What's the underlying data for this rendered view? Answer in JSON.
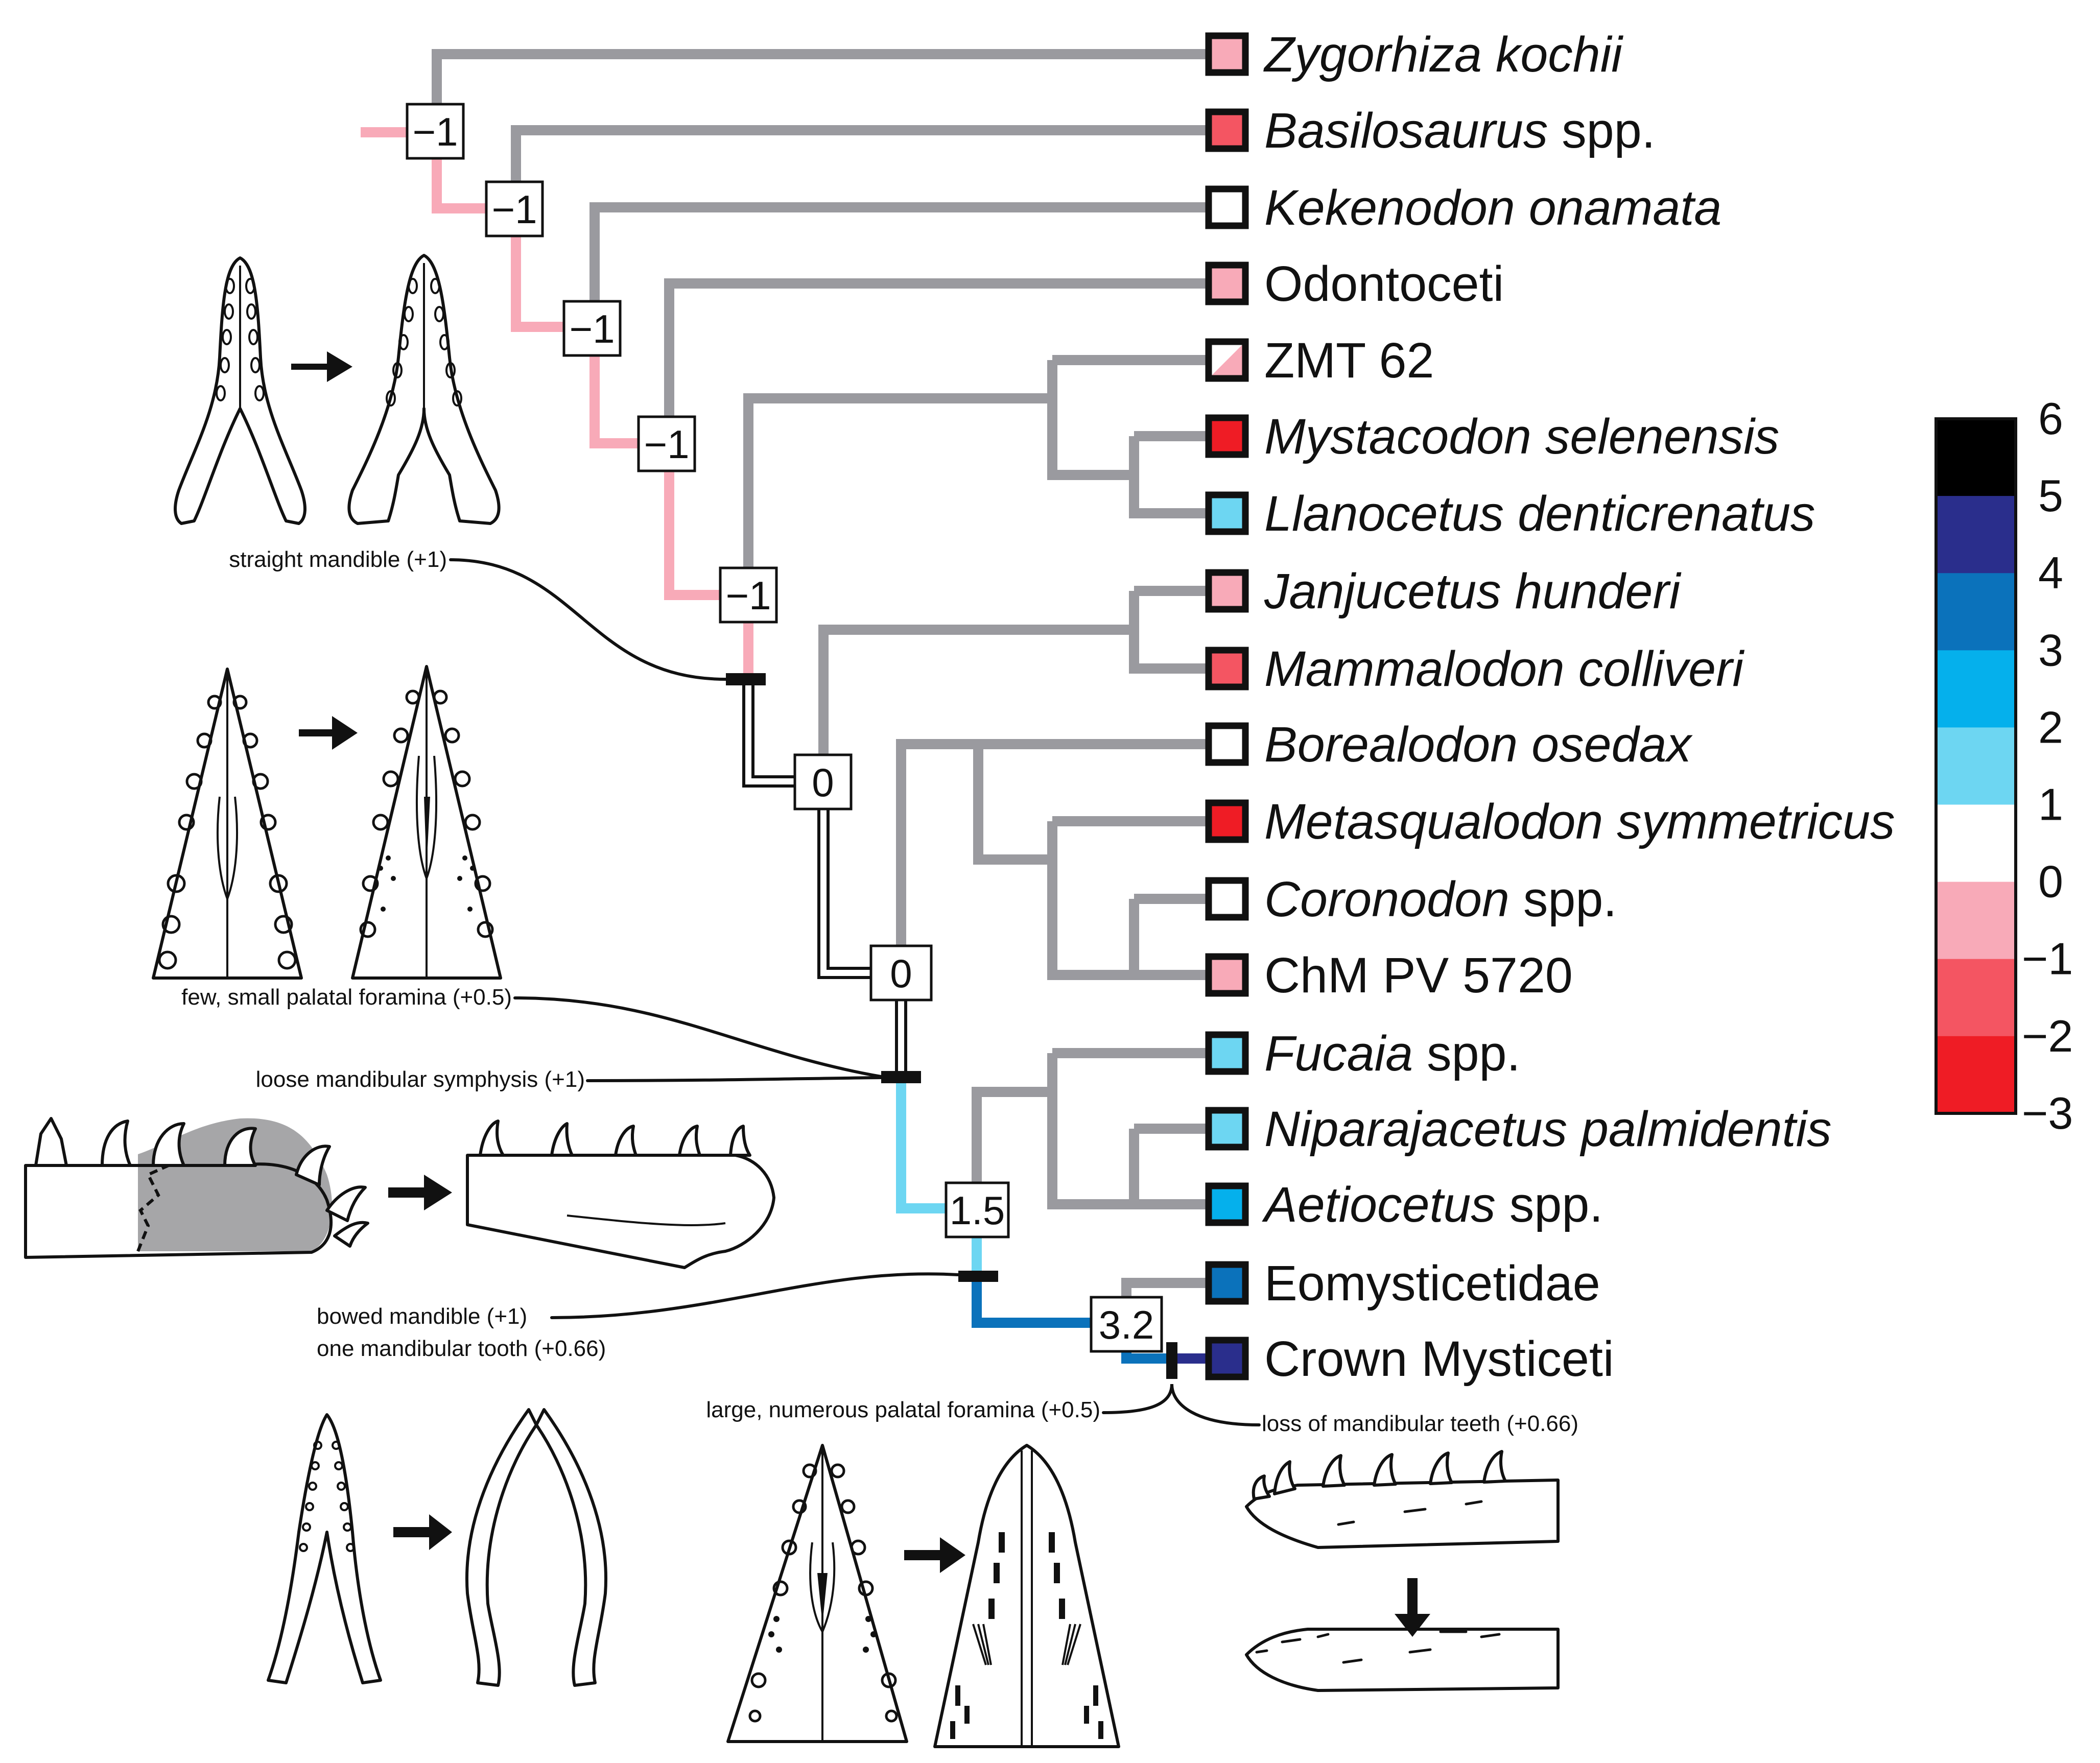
{
  "colors": {
    "gray": "#9a9a9f",
    "neg1": "#f8aab8",
    "neg2": "#f45562",
    "neg3": "#ef1c25",
    "zero": "#ffffff",
    "pos1": "#6dd6f2",
    "pos2": "#05b0ec",
    "pos3": "#0b72bb",
    "pos4": "#2a2e8c",
    "pos5": "#000000"
  },
  "taxa": [
    {
      "parts": [
        {
          "t": "Zygorhiza kochii",
          "i": true
        }
      ],
      "color": "neg1"
    },
    {
      "parts": [
        {
          "t": "Basilosaurus",
          "i": true
        },
        {
          "t": " spp.",
          "i": false
        }
      ],
      "color": "neg2"
    },
    {
      "parts": [
        {
          "t": "Kekenodon onamata",
          "i": true
        }
      ],
      "color": "zero"
    },
    {
      "parts": [
        {
          "t": "Odontoceti",
          "i": false
        }
      ],
      "color": "neg1"
    },
    {
      "parts": [
        {
          "t": "ZMT 62",
          "i": false
        }
      ],
      "color": "split"
    },
    {
      "parts": [
        {
          "t": "Mystacodon selenensis",
          "i": true
        }
      ],
      "color": "neg3"
    },
    {
      "parts": [
        {
          "t": "Llanocetus denticrenatus",
          "i": true
        }
      ],
      "color": "pos1"
    },
    {
      "parts": [
        {
          "t": "Janjucetus hunderi",
          "i": true
        }
      ],
      "color": "neg1"
    },
    {
      "parts": [
        {
          "t": "Mammalodon colliveri",
          "i": true
        }
      ],
      "color": "neg2"
    },
    {
      "parts": [
        {
          "t": "Borealodon osedax",
          "i": true
        }
      ],
      "color": "zero"
    },
    {
      "parts": [
        {
          "t": "Metasqualodon symmetricus",
          "i": true
        }
      ],
      "color": "neg3"
    },
    {
      "parts": [
        {
          "t": "Coronodon",
          "i": true
        },
        {
          "t": " spp.",
          "i": false
        }
      ],
      "color": "zero"
    },
    {
      "parts": [
        {
          "t": "ChM PV 5720",
          "i": false
        }
      ],
      "color": "neg1"
    },
    {
      "parts": [
        {
          "t": "Fucaia",
          "i": true
        },
        {
          "t": " spp.",
          "i": false
        }
      ],
      "color": "pos1"
    },
    {
      "parts": [
        {
          "t": "Niparajacetus palmidentis",
          "i": true
        }
      ],
      "color": "pos1"
    },
    {
      "parts": [
        {
          "t": "Aetiocetus",
          "i": true
        },
        {
          "t": " spp.",
          "i": false
        }
      ],
      "color": "pos2"
    },
    {
      "parts": [
        {
          "t": "Eomysticetidae",
          "i": false
        }
      ],
      "color": "pos3"
    },
    {
      "parts": [
        {
          "t": "Crown Mysticeti",
          "i": false
        }
      ],
      "color": "pos4"
    }
  ],
  "node_values": [
    "−1",
    "−1",
    "−1",
    "−1",
    "−1",
    "0",
    "0",
    "1.5",
    "3.2"
  ],
  "annotations": {
    "straight_mandible": "straight mandible (+1)",
    "palatal_small": "few, small palatal foramina (+0.5)",
    "loose_symphysis": "loose mandibular symphysis (+1)",
    "bowed_mandible": "bowed mandible (+1)",
    "one_tooth": "one mandibular tooth (+0.66)",
    "palatal_large": "large, numerous palatal foramina (+0.5)",
    "loss_teeth": "loss of mandibular teeth (+0.66)"
  },
  "scale_bar": {
    "labels": [
      "6",
      "5",
      "4",
      "3",
      "2",
      "1",
      "0",
      "−1",
      "−2",
      "−3"
    ],
    "colors": [
      "pos5",
      "pos4",
      "pos3",
      "pos2",
      "pos1",
      "zero",
      "neg1",
      "neg2",
      "neg3"
    ]
  }
}
